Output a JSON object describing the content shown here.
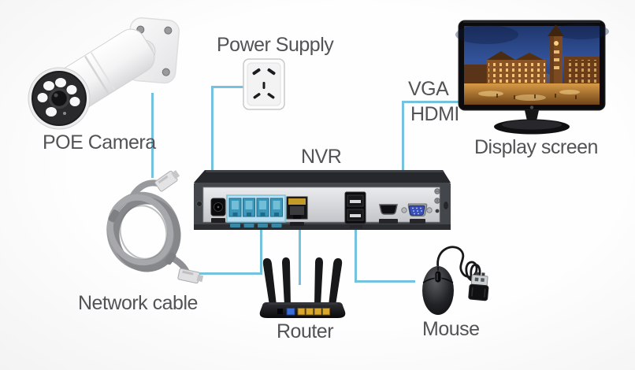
{
  "labels": {
    "poe_camera": "POE Camera",
    "power_supply": "Power Supply",
    "vga": "VGA",
    "hdmi": "HDMI",
    "display_screen": "Display screen",
    "nvr": "NVR",
    "network_cable": "Network cable",
    "router": "Router",
    "mouse": "Mouse"
  },
  "colors": {
    "connection_line": "#74c2de",
    "label_text": "#515356",
    "background": "#fbfbfb",
    "poe_port_highlight": "#badff0",
    "vga_port": "#3950b8"
  },
  "components": [
    "POE Camera",
    "Power Supply",
    "Display screen",
    "NVR",
    "Network cable",
    "Router",
    "Mouse"
  ],
  "connections": [
    {
      "from": "POE Camera",
      "to": "Network cable"
    },
    {
      "from": "Power Supply",
      "to": "NVR power input"
    },
    {
      "from": "Network cable",
      "to": "NVR POE ports"
    },
    {
      "from": "NVR LAN port",
      "to": "Router"
    },
    {
      "from": "NVR USB port",
      "to": "Mouse"
    },
    {
      "from": "NVR HDMI and VGA ports",
      "to": "Display screen"
    }
  ]
}
